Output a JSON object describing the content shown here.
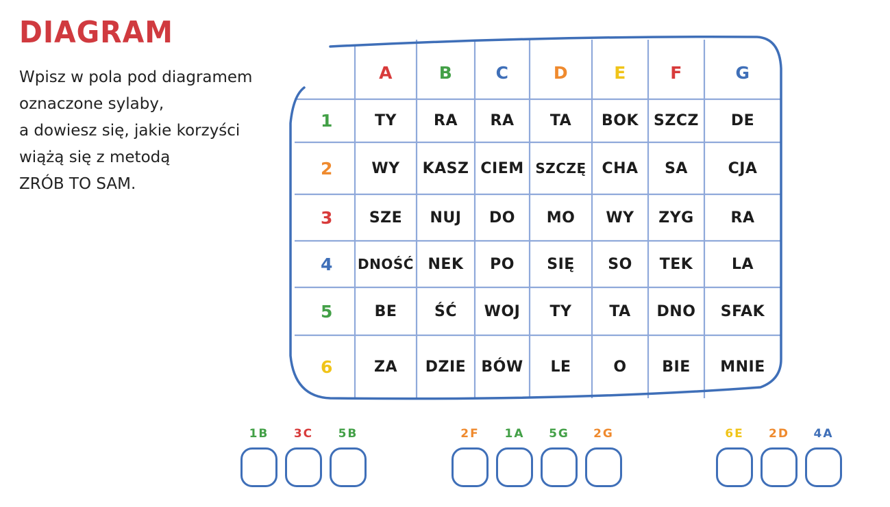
{
  "title": "DIAGRAM",
  "instructions": [
    "Wpisz w pola pod diagramem",
    "oznaczone sylaby,",
    "a dowiesz się, jakie korzyści",
    "wiążą się z metodą",
    "ZRÓB TO SAM."
  ],
  "colors": {
    "frame": "#3f6fb8",
    "grid": "#8fa9da",
    "title": "#d03a3f",
    "red": "#d83b3b",
    "green": "#43a047",
    "blue": "#3f6fb8",
    "orange": "#ef8a2e",
    "yellow": "#f0c419"
  },
  "grid": {
    "columns": [
      {
        "label": "A",
        "color": "red"
      },
      {
        "label": "B",
        "color": "green"
      },
      {
        "label": "C",
        "color": "blue"
      },
      {
        "label": "D",
        "color": "orange"
      },
      {
        "label": "E",
        "color": "yellow"
      },
      {
        "label": "F",
        "color": "red"
      },
      {
        "label": "G",
        "color": "blue"
      }
    ],
    "rows": [
      {
        "label": "1",
        "color": "green",
        "cells": [
          "TY",
          "RA",
          "RA",
          "TA",
          "BOK",
          "SZCZ",
          "DE"
        ]
      },
      {
        "label": "2",
        "color": "orange",
        "cells": [
          "WY",
          "KASZ",
          "CIEM",
          "SZCZĘ",
          "CHA",
          "SA",
          "CJA"
        ]
      },
      {
        "label": "3",
        "color": "red",
        "cells": [
          "SZE",
          "NUJ",
          "DO",
          "MO",
          "WY",
          "ZYG",
          "RA"
        ]
      },
      {
        "label": "4",
        "color": "blue",
        "cells": [
          "DNOŚĆ",
          "NEK",
          "PO",
          "SIĘ",
          "SO",
          "TEK",
          "LA"
        ]
      },
      {
        "label": "5",
        "color": "green",
        "cells": [
          "BE",
          "ŚĆ",
          "WOJ",
          "TY",
          "TA",
          "DNO",
          "SFAK"
        ]
      },
      {
        "label": "6",
        "color": "yellow",
        "cells": [
          "ZA",
          "DZIE",
          "BÓW",
          "LE",
          "O",
          "BIE",
          "MNIE"
        ]
      }
    ]
  },
  "answer_groups": [
    [
      {
        "label": "1B",
        "color": "green"
      },
      {
        "label": "3C",
        "color": "red"
      },
      {
        "label": "5B",
        "color": "green"
      }
    ],
    [
      {
        "label": "2F",
        "color": "orange"
      },
      {
        "label": "1A",
        "color": "green"
      },
      {
        "label": "5G",
        "color": "green"
      },
      {
        "label": "2G",
        "color": "orange"
      }
    ],
    [
      {
        "label": "6E",
        "color": "yellow"
      },
      {
        "label": "2D",
        "color": "orange"
      },
      {
        "label": "4A",
        "color": "blue"
      }
    ]
  ]
}
